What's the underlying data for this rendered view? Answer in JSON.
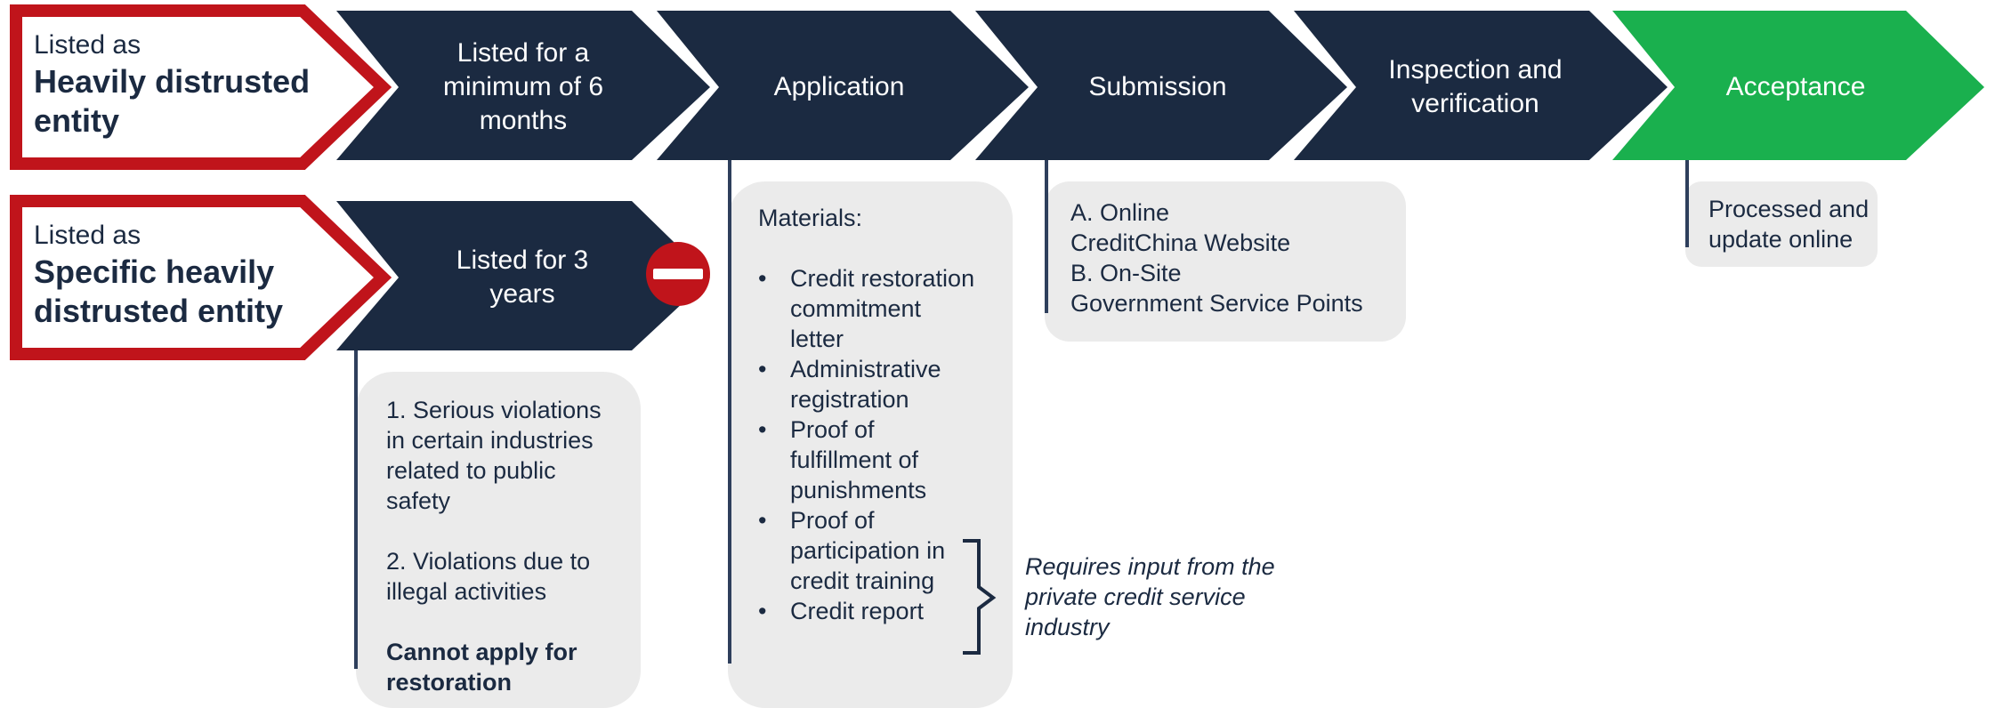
{
  "colors": {
    "navy": "#1b2a41",
    "green": "#1ab04e",
    "red_outline": "#c0141b",
    "box_gray": "#ebebeb",
    "connector": "#2e3f5c"
  },
  "row1": {
    "entity_prefix": "Listed as",
    "entity_name": "Heavily distrusted entity",
    "steps": [
      {
        "label": "Listed for a minimum of 6 months"
      },
      {
        "label": "Application"
      },
      {
        "label": "Submission"
      },
      {
        "label": "Inspection and verification"
      },
      {
        "label": "Acceptance"
      }
    ]
  },
  "row2": {
    "entity_prefix": "Listed as",
    "entity_name": "Specific heavily distrusted entity",
    "step_label": "Listed for 3 years",
    "stop_icon": "no-entry-icon"
  },
  "conditions": {
    "item1": "1. Serious violations in certain industries related to public safety",
    "item2": "2. Violations due to illegal activities",
    "conclusion": "Cannot apply for restoration"
  },
  "materials": {
    "heading": "Materials:",
    "items": [
      "Credit restoration commitment letter",
      "Administrative registration",
      "Proof of fulfillment of punishments",
      "Proof of participation in credit training",
      "Credit report"
    ],
    "bracket_note": "Requires input from the private credit service industry"
  },
  "submission": {
    "line1": "A. Online",
    "line2": "CreditChina Website",
    "line3": "B. On-Site",
    "line4": "Government Service Points"
  },
  "acceptance": {
    "text": "Processed and update online"
  }
}
